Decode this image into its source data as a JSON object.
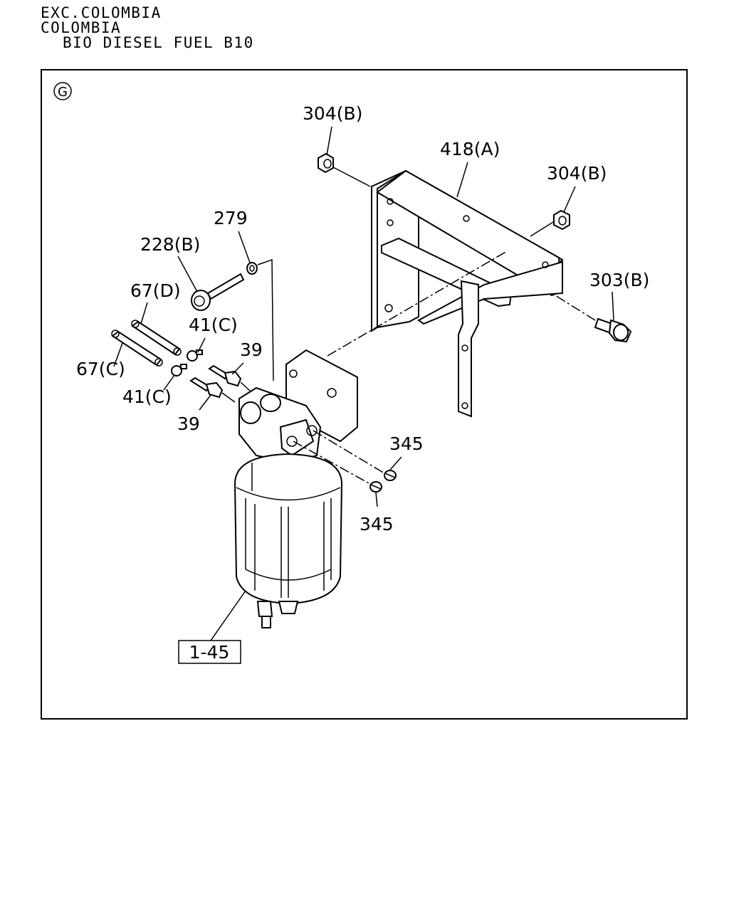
{
  "header": {
    "line1": "EXC.COLOMBIA",
    "line2": "COLOMBIA",
    "line3": "BIO DIESEL FUEL B10"
  },
  "view_marker": "G",
  "labels": {
    "p304b_top": "304(B)",
    "p418a": "418(A)",
    "p304b_right": "304(B)",
    "p303b": "303(B)",
    "p279": "279",
    "p228b": "228(B)",
    "p67d": "67(D)",
    "p41c_top": "41(C)",
    "p39_top": "39",
    "p67c": "67(C)",
    "p41c_bottom": "41(C)",
    "p39_bottom": "39",
    "p345_top": "345",
    "p345_bottom": "345",
    "p1_45": "1-45"
  }
}
